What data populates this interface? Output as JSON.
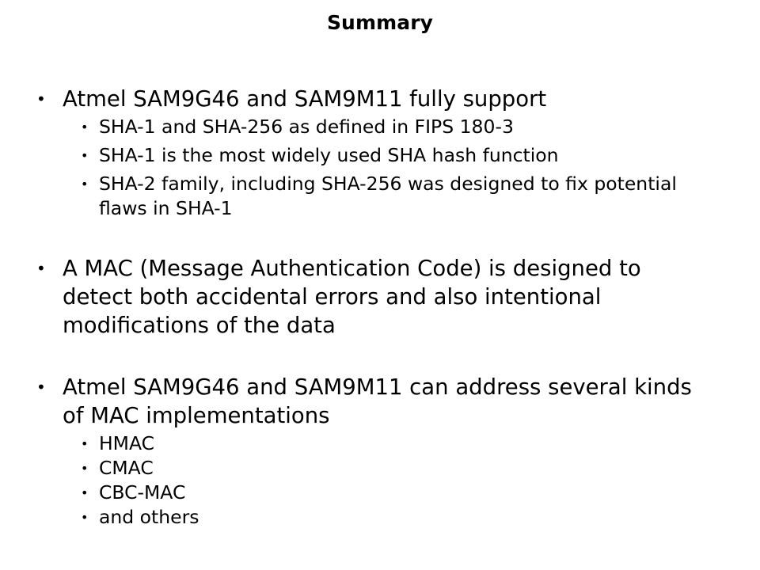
{
  "slide": {
    "title": "Summary",
    "bullet_marker": "•",
    "text_color": "#000000",
    "background_color": "#ffffff",
    "sections": [
      {
        "id": "sha-support",
        "main": "Atmel SAM9G46 and SAM9M11 fully support",
        "sub": [
          "SHA-1 and SHA-256 as defined in FIPS 180-3",
          "SHA-1 is the most widely used SHA hash function",
          "SHA-2 family, including SHA-256 was designed to fix potential flaws in SHA-1"
        ]
      },
      {
        "id": "mac-definition",
        "main": "A MAC (Message Authentication Code) is designed to detect both accidental errors and also intentional modifications of the data",
        "sub": []
      },
      {
        "id": "mac-implementations",
        "main": "Atmel SAM9G46 and SAM9M11 can address several kinds of MAC implementations",
        "sub": [
          "HMAC",
          "CMAC",
          "CBC-MAC",
          "and others"
        ]
      }
    ]
  }
}
